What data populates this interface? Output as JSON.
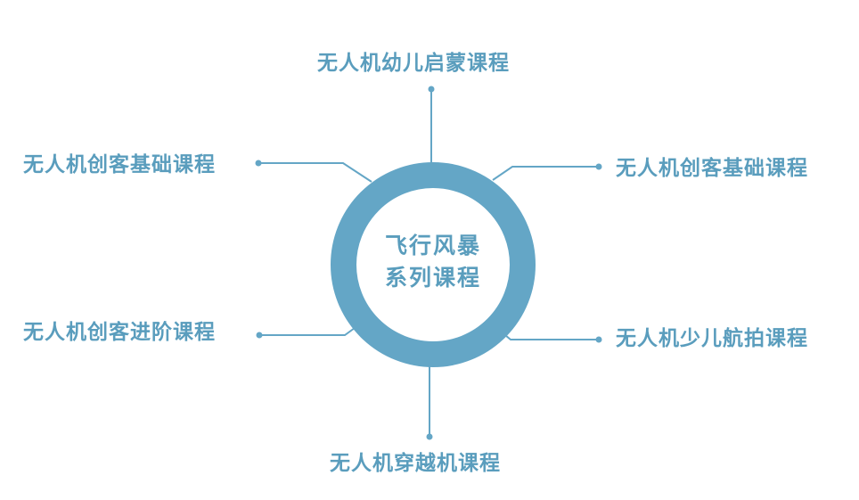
{
  "center": {
    "line1": "飞行风暴",
    "line2": "系列课程"
  },
  "nodes": {
    "top": "无人机幼儿启蒙课程",
    "left_top": "无人机创客基础课程",
    "right_top": "无人机创客基础课程",
    "left_bottom": "无人机创客进阶课程",
    "right_bottom": "无人机少儿航拍课程",
    "bottom": "无人机穿越机课程"
  },
  "colors": {
    "accent": "#64a6c6",
    "text": "#5a9dbd"
  }
}
